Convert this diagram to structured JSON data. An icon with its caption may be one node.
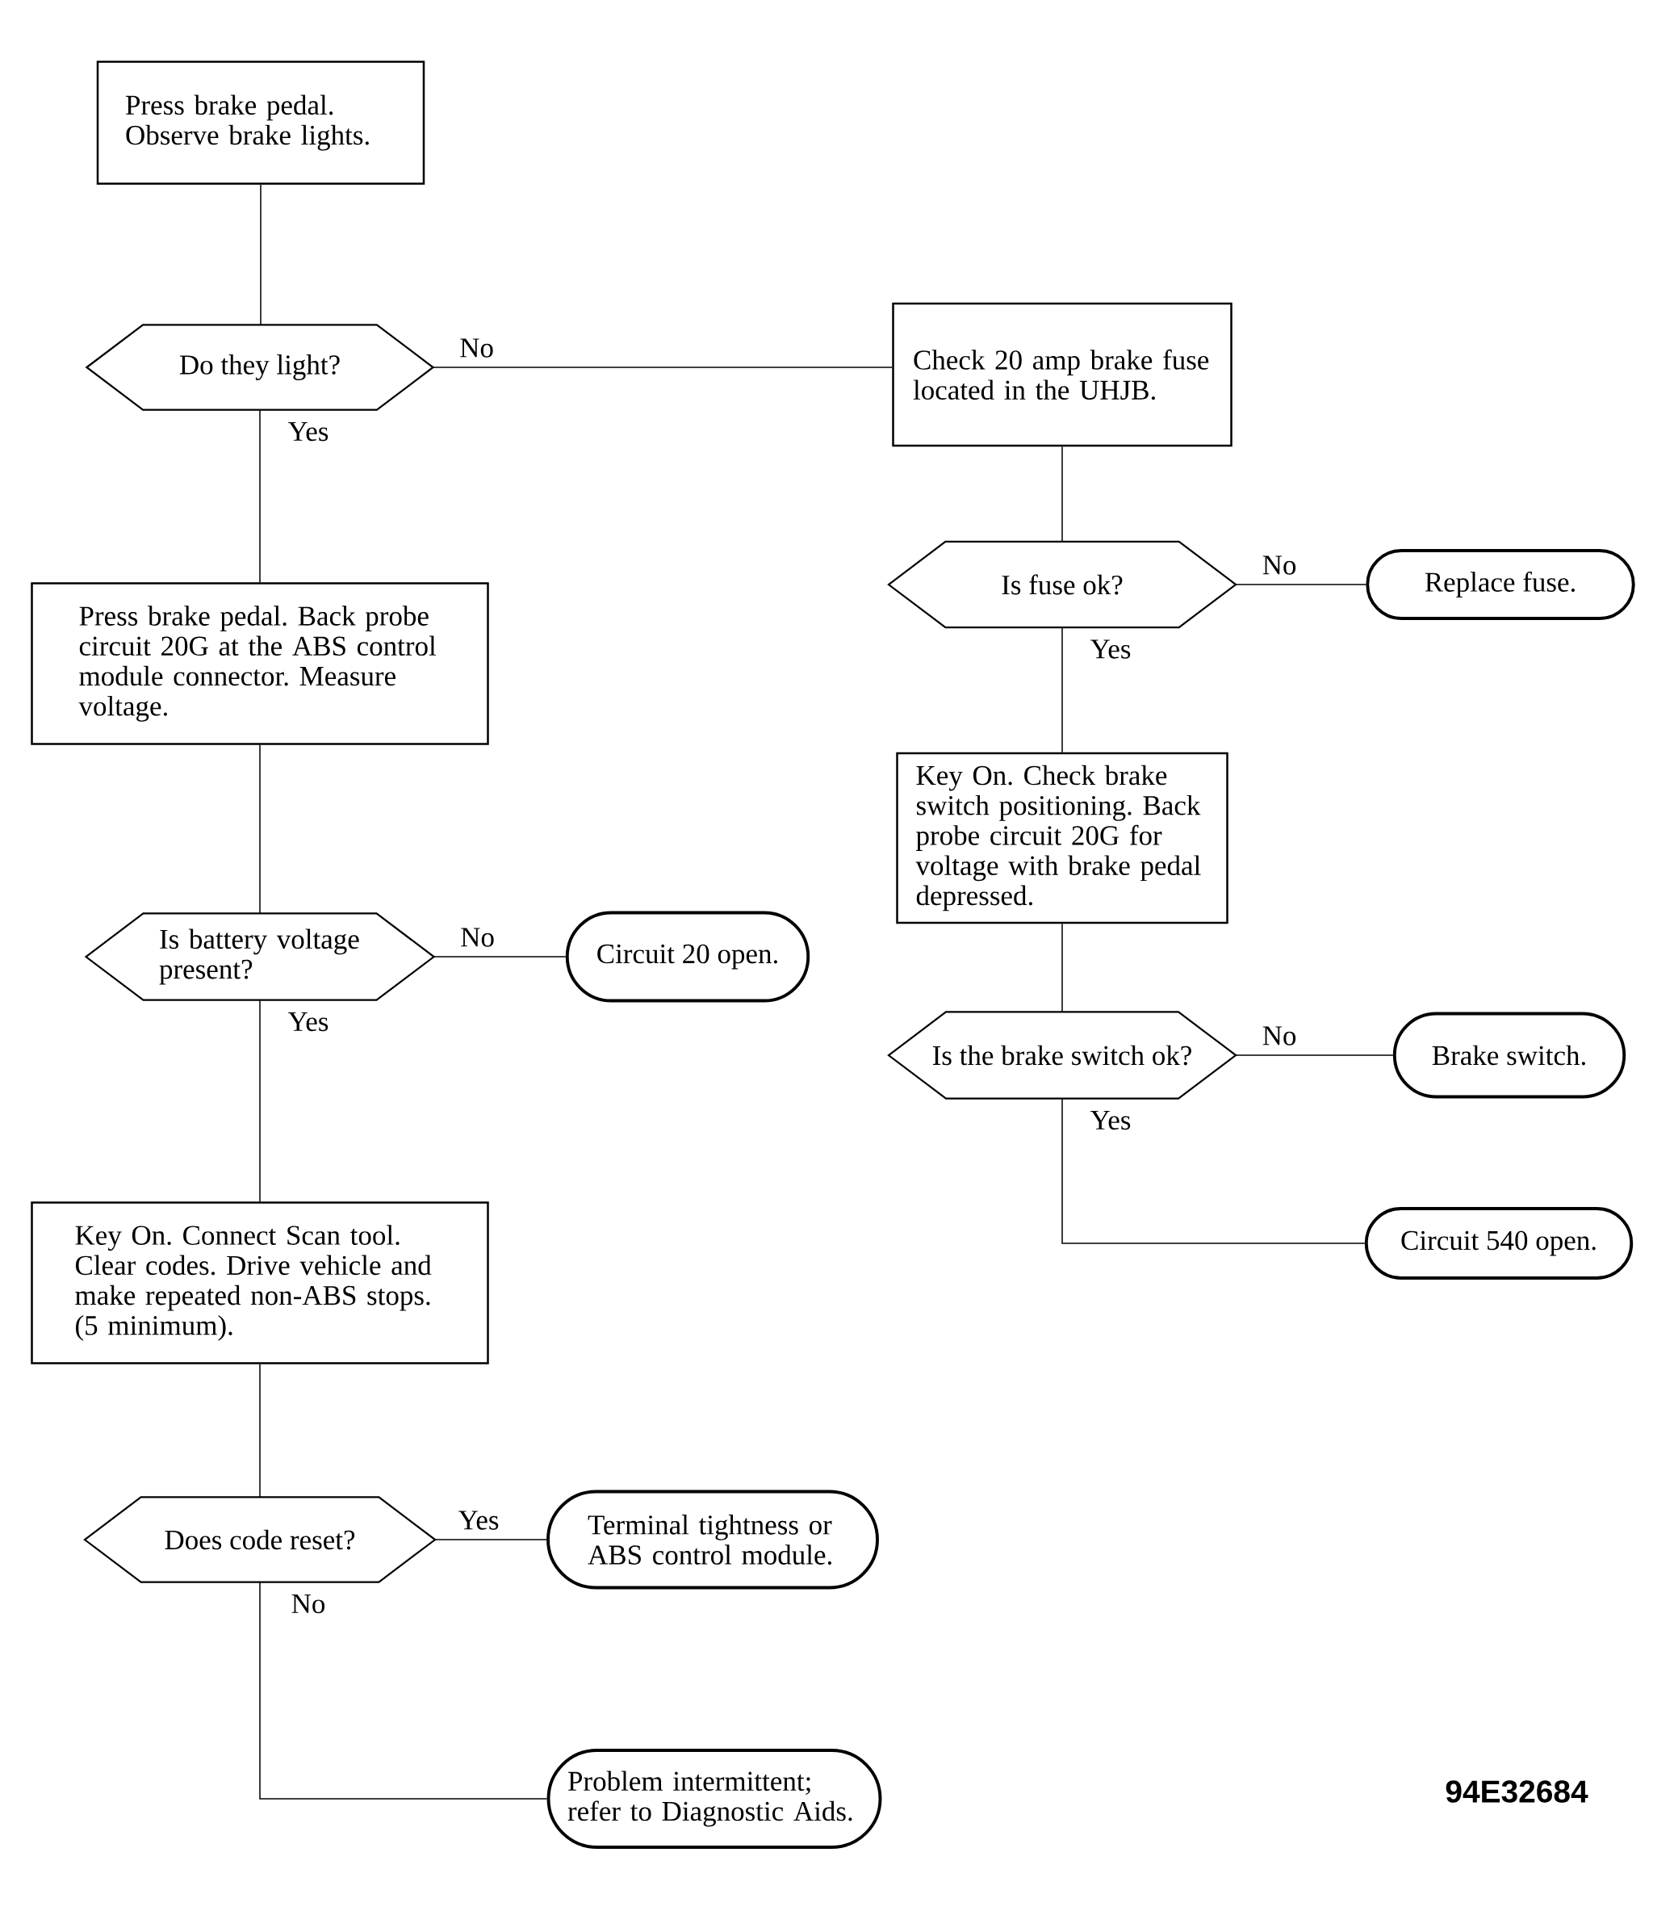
{
  "diagram": {
    "nodes": [
      {
        "text": [
          "Press brake pedal. Observe brake lights."
        ]
      },
      {
        "text": [
          "Do they light?"
        ]
      },
      {
        "text": [
          "Check 20 amp brake fuse located in the UHJB."
        ]
      },
      {
        "text": [
          "Is fuse ok?"
        ]
      },
      {
        "text": [
          "Replace fuse."
        ]
      },
      {
        "text": [
          "Press brake pedal. Back probe circuit 20G at the ABS control module connector. Measure voltage."
        ]
      },
      {
        "text": [
          "Key On. Check brake switch positioning. Back probe circuit 20G for voltage with brake pedal depressed."
        ]
      },
      {
        "text": [
          "Is battery voltage present?"
        ]
      },
      {
        "text": [
          "Circuit 20 open."
        ]
      },
      {
        "text": [
          "Is the brake switch ok?"
        ]
      },
      {
        "text": [
          "Brake switch."
        ]
      },
      {
        "text": [
          "Circuit 540 open."
        ]
      },
      {
        "text": [
          "Key On. Connect Scan tool. Clear codes. Drive vehicle and make repeated non-ABS stops. (5 minimum)."
        ]
      },
      {
        "text": [
          "Does code reset?"
        ]
      },
      {
        "text": [
          "Terminal tightness or ABS control module."
        ]
      },
      {
        "text": [
          "Problem intermittent; refer to Diagnostic Aids."
        ]
      }
    ],
    "edges": [
      {
        "from": 0,
        "to": 1,
        "arrow": "none"
      },
      {
        "from": 1,
        "to": 2,
        "arrow": "none",
        "label": "No"
      },
      {
        "from": 1,
        "to": 5,
        "arrow": "none",
        "label": "Yes"
      },
      {
        "from": 2,
        "to": 3,
        "arrow": "none"
      },
      {
        "from": 3,
        "to": 4,
        "arrow": "none",
        "label": "No"
      },
      {
        "from": 3,
        "to": 6,
        "arrow": "none",
        "label": "Yes"
      },
      {
        "from": 5,
        "to": 7,
        "arrow": "none"
      },
      {
        "from": 7,
        "to": 8,
        "arrow": "none",
        "label": "No"
      },
      {
        "from": 7,
        "to": 12,
        "arrow": "none",
        "label": "Yes"
      },
      {
        "from": 6,
        "to": 9,
        "arrow": "none"
      },
      {
        "from": 9,
        "to": 10,
        "arrow": "none",
        "label": "No"
      },
      {
        "from": 9,
        "to": 11,
        "arrow": "none",
        "label": "Yes"
      },
      {
        "from": 12,
        "to": 13,
        "arrow": "none"
      },
      {
        "from": 13,
        "to": 14,
        "arrow": "none",
        "label": "Yes"
      },
      {
        "from": 13,
        "to": 15,
        "arrow": "none",
        "label": "No"
      }
    ],
    "labels": [
      "94E32684"
    ]
  }
}
